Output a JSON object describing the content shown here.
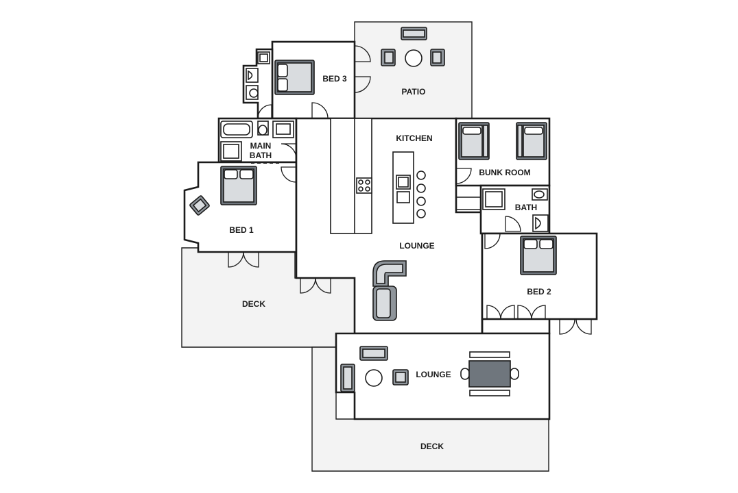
{
  "rooms": {
    "bed3": "BED 3",
    "patio": "PATIO",
    "kitchen": "KITCHEN",
    "main_bath_line1": "MAIN",
    "main_bath_line2": "BATH",
    "bunk_room": "BUNK ROOM",
    "bath": "BATH",
    "bed1": "BED 1",
    "lounge_main": "LOUNGE",
    "bed2": "BED 2",
    "deck_left": "DECK",
    "lounge_lower": "LOUNGE",
    "deck_bottom": "DECK"
  },
  "colors": {
    "wall": "#1b1b1b",
    "outdoor_fill": "#f3f3f3",
    "furniture_gray": "#8f959b"
  }
}
